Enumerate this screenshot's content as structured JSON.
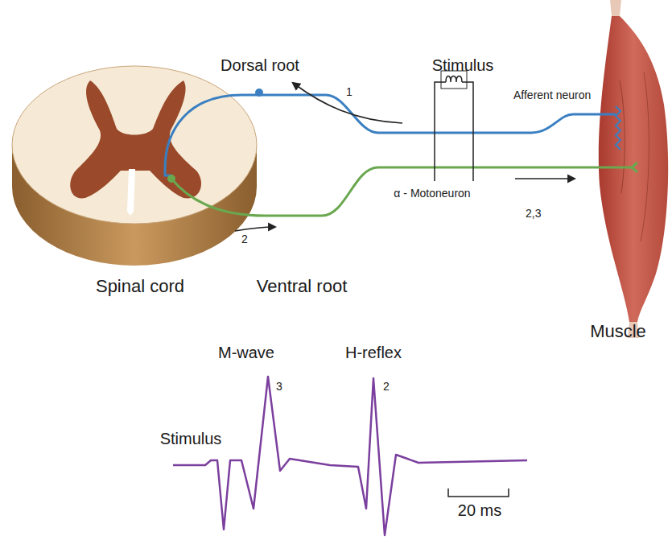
{
  "diagram": {
    "labels": [
      "Dorsal root",
      "1",
      "Stimulus",
      "Afferent neuron",
      "α - Motoneuron",
      "2,3",
      "2",
      "Spinal cord",
      "Ventral root",
      "Muscle",
      "M-wave",
      "3",
      "H-reflex",
      "2",
      "Stimulus",
      "20 ms"
    ]
  }
}
